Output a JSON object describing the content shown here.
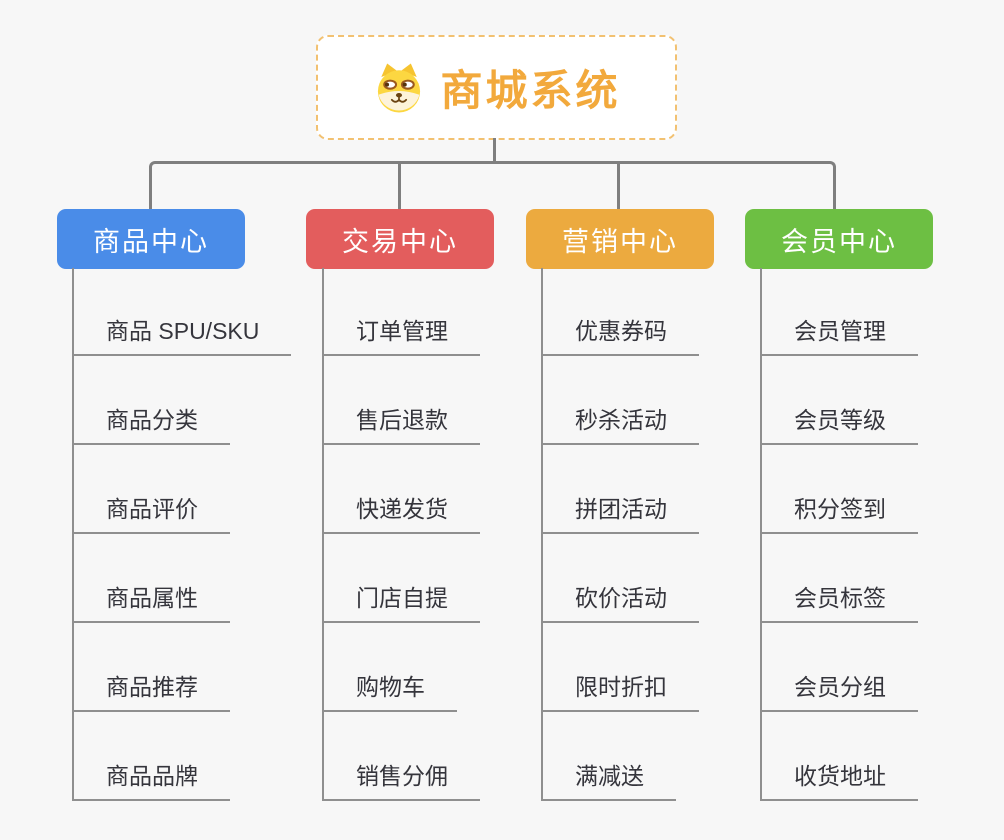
{
  "root": {
    "title": "商城系统",
    "icon": "dog-face-icon"
  },
  "branches": [
    {
      "label": "商品中心",
      "color": "#4a8ce8",
      "items": [
        "商品 SPU/SKU",
        "商品分类",
        "商品评价",
        "商品属性",
        "商品推荐",
        "商品品牌"
      ]
    },
    {
      "label": "交易中心",
      "color": "#e35d5d",
      "items": [
        "订单管理",
        "售后退款",
        "快递发货",
        "门店自提",
        "购物车",
        "销售分佣"
      ]
    },
    {
      "label": "营销中心",
      "color": "#ecaa3f",
      "items": [
        "优惠券码",
        "秒杀活动",
        "拼团活动",
        "砍价活动",
        "限时折扣",
        "满减送"
      ]
    },
    {
      "label": "会员中心",
      "color": "#6dbf43",
      "items": [
        "会员管理",
        "会员等级",
        "积分签到",
        "会员标签",
        "会员分组",
        "收货地址"
      ]
    }
  ],
  "colors": {
    "background": "#f7f7f7",
    "root_title": "#f2a93c",
    "root_border": "#f2c171",
    "connector": "#7f7f7f",
    "leaf_line": "#8f8f8f",
    "leaf_text": "#35353c"
  }
}
